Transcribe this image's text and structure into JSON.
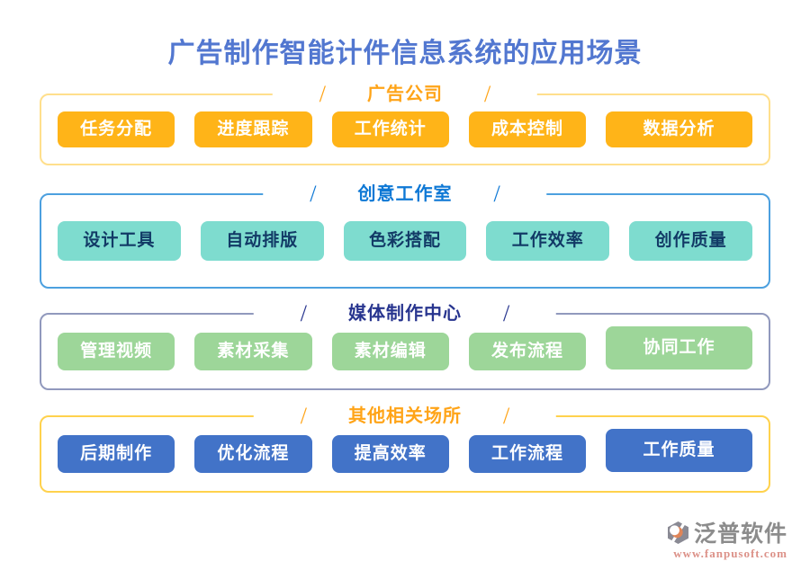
{
  "page": {
    "title": "广告制作智能计件信息系统的应用场景"
  },
  "decor": {
    "slash": "/"
  },
  "sections": [
    {
      "name": "广告公司",
      "items": [
        "任务分配",
        "进度跟踪",
        "工作统计",
        "成本控制",
        "数据分析"
      ],
      "colors": {
        "border": "#FFDF8C",
        "header": "#FFA418",
        "button_bg": "#FFB418",
        "button_text": "#FFFFFF"
      }
    },
    {
      "name": "创意工作室",
      "items": [
        "设计工具",
        "自动排版",
        "色彩搭配",
        "工作效率",
        "创作质量"
      ],
      "colors": {
        "border": "#4CA0DF",
        "header": "#0E78D5",
        "button_bg": "#7EDCCF",
        "button_text": "#123A66"
      }
    },
    {
      "name": "媒体制作中心",
      "items": [
        "管理视频",
        "素材采集",
        "素材编辑",
        "发布流程",
        "协同工作"
      ],
      "colors": {
        "border": "#9199BD",
        "header": "#28358F",
        "button_bg": "#9DD699",
        "button_text": "#FFFFFF"
      }
    },
    {
      "name": "其他相关场所",
      "items": [
        "后期制作",
        "优化流程",
        "提高效率",
        "工作流程",
        "工作质量"
      ],
      "colors": {
        "border": "#FFD24D",
        "header": "#FFA418",
        "button_bg": "#4273C8",
        "button_text": "#FFFFFF"
      }
    }
  ],
  "footer": {
    "brand": "泛普软件",
    "url": "www.fanpusoft.com",
    "brand_color": "#8C8C8C",
    "url_color": "#DC9188",
    "logo_gray": "#8A8A94",
    "logo_accent": "#E08558"
  },
  "palette": {
    "title_color": "#5277D0",
    "background": "#FFFFFF"
  }
}
